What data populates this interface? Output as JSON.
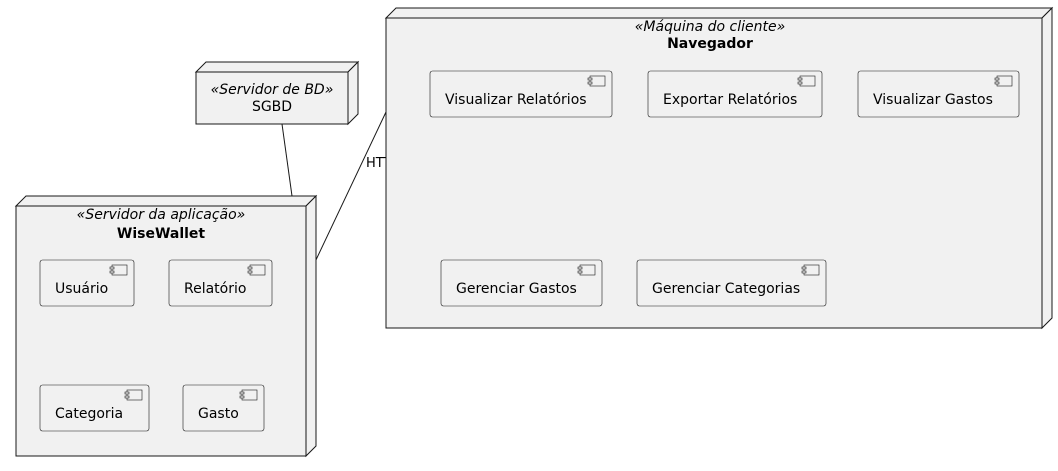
{
  "diagram": {
    "nodes": {
      "sgbd": {
        "stereotype": "«Servidor de BD»",
        "name": "SGBD"
      },
      "navegador": {
        "stereotype": "«Máquina do cliente»",
        "name": "Navegador",
        "components": [
          "Visualizar Relatórios",
          "Exportar Relatórios",
          "Visualizar Gastos",
          "Gerenciar Gastos",
          "Gerenciar Categorias"
        ]
      },
      "wisewallet": {
        "stereotype": "«Servidor da aplicação»",
        "name": "WiseWallet",
        "components": [
          "Usuário",
          "Relatório",
          "Categoria",
          "Gasto"
        ]
      }
    },
    "connections": [
      {
        "from": "sgbd",
        "to": "wisewallet",
        "label": ""
      },
      {
        "from": "wisewallet",
        "to": "navegador",
        "label": "HTTP"
      }
    ]
  }
}
